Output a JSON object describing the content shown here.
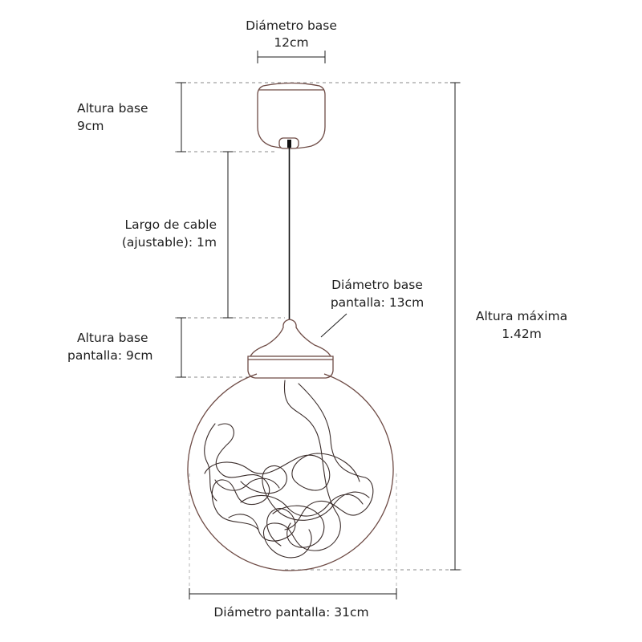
{
  "labels": {
    "base_diameter": {
      "title": "Diámetro base",
      "value": "12cm"
    },
    "base_height": {
      "title": "Altura base",
      "value": "9cm"
    },
    "cable_length": {
      "line1": "Largo de cable",
      "line2": "(ajustable): 1m"
    },
    "shade_base_diameter": {
      "line1": "Diámetro base",
      "line2": "pantalla: 13cm"
    },
    "shade_base_height": {
      "line1": "Altura base",
      "line2": "pantalla: 9cm"
    },
    "max_height": {
      "title": "Altura máxima",
      "value": "1.42m"
    },
    "shade_diameter": {
      "text": "Diámetro pantalla: 31cm"
    }
  },
  "colors": {
    "text": "#1e1e1e",
    "lamp_outline": "#6e4b45",
    "cable": "#111111",
    "dimension_dash": "#8a8a8a"
  }
}
